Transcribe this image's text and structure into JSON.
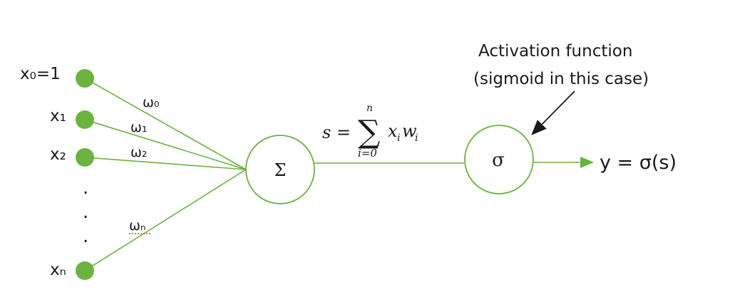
{
  "inputs": [
    {
      "label": "x₀=1",
      "weight": "ω₀"
    },
    {
      "label": "x₁",
      "weight": "ω₁"
    },
    {
      "label": "x₂",
      "weight": "ω₂"
    },
    {
      "label": "xₙ",
      "weight": "ωₙ"
    }
  ],
  "ellipsis": ".",
  "sum_node": {
    "symbol": "Σ"
  },
  "formula": {
    "lhs": "s =",
    "operator": "∑",
    "upper": "n",
    "lower": "i=0",
    "term_x": "x",
    "term_x_sub": "i",
    "term_w": "w",
    "term_w_sub": "i"
  },
  "activation_node": {
    "symbol": "σ"
  },
  "annotation": {
    "line1": "Activation function",
    "line2": "(sigmoid in this case)"
  },
  "output": {
    "label": "y = σ(s)"
  },
  "colors": {
    "node_fill": "#6ab43e",
    "line": "#6ab43e",
    "text": "#1a1a1a",
    "underline": "#e03c3c"
  }
}
